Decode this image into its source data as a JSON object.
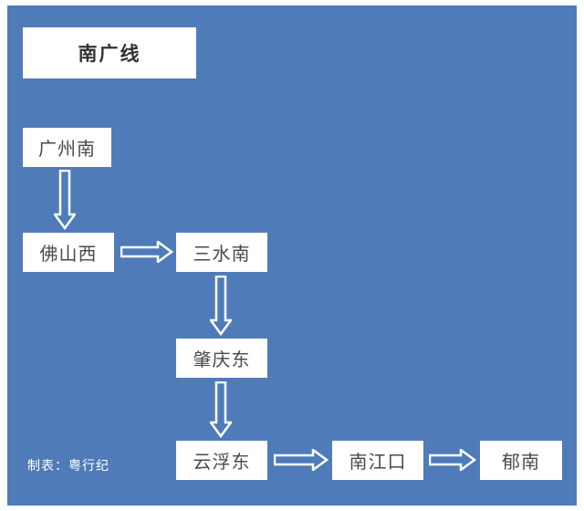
{
  "header": {
    "title": "南广线"
  },
  "stations": [
    "广州南",
    "佛山西",
    "三水南",
    "肇庆东",
    "云浮东",
    "南江口",
    "郁南"
  ],
  "footer": {
    "credit": "制表：粤行纪"
  },
  "colors": {
    "background": "#4f7cb8",
    "box_fill": "#ffffff",
    "box_text": "#4a4a4a",
    "arrow": "#ffffff"
  },
  "icons": {
    "down_arrow": "arrow-down-icon",
    "right_arrow": "arrow-right-icon"
  }
}
